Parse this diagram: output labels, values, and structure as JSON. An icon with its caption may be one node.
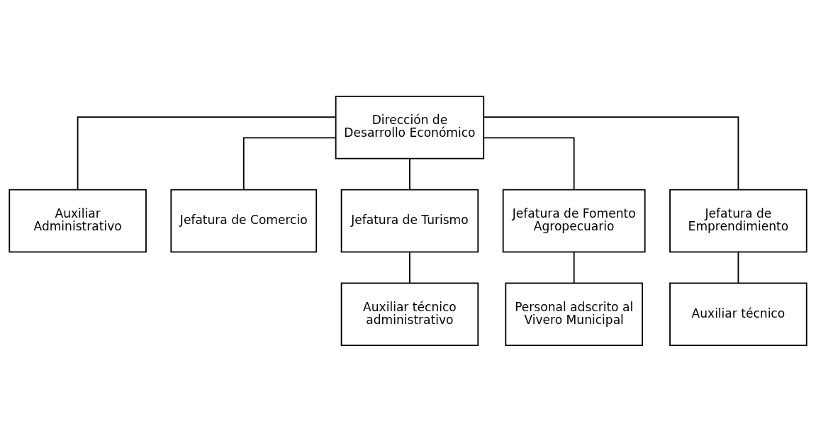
{
  "diagram": {
    "nodes": [
      {
        "text": [
          "Dirección de Desarrollo Económico"
        ]
      },
      {
        "text": [
          "Auxiliar Administrativo"
        ]
      },
      {
        "text": [
          "Jefatura de Comercio"
        ]
      },
      {
        "text": [
          "Jefatura de Turismo"
        ]
      },
      {
        "text": [
          "Jefatura de Fomento Agropecuario"
        ]
      },
      {
        "text": [
          "Jefatura de Emprendimiento"
        ]
      },
      {
        "text": [
          "Auxiliar técnico administrativo"
        ]
      },
      {
        "text": [
          "Personal adscrito al Vivero Municipal"
        ]
      },
      {
        "text": [
          "Auxiliar técnico"
        ]
      }
    ],
    "edges": [
      {
        "from": 0,
        "to": 1,
        "arrow": "none"
      },
      {
        "from": 0,
        "to": 2,
        "arrow": "none"
      },
      {
        "from": 0,
        "to": 3,
        "arrow": "none"
      },
      {
        "from": 0,
        "to": 4,
        "arrow": "none"
      },
      {
        "from": 0,
        "to": 5,
        "arrow": "none"
      },
      {
        "from": 3,
        "to": 6,
        "arrow": "none"
      },
      {
        "from": 4,
        "to": 7,
        "arrow": "none"
      },
      {
        "from": 5,
        "to": 8,
        "arrow": "none"
      }
    ]
  }
}
